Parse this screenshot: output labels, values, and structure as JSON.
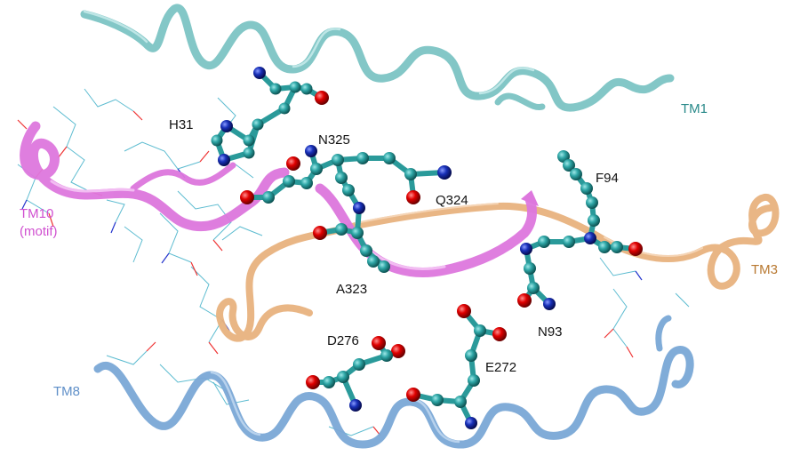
{
  "helices": [
    {
      "id": "tm1",
      "label": "TM1",
      "color": "#7cc4c4"
    },
    {
      "id": "tm10",
      "label": "TM10",
      "sublabel": "(motif)",
      "color": "#dd77dd"
    },
    {
      "id": "tm3",
      "label": "TM3",
      "color": "#e8b27e"
    },
    {
      "id": "tm8",
      "label": "TM8",
      "color": "#7aa8d6"
    }
  ],
  "residues": [
    "H31",
    "N325",
    "Q324",
    "F94",
    "A323",
    "N93",
    "D276",
    "E272"
  ],
  "colors": {
    "carbon": "#2a9a9a",
    "oxygen": "#dd0000",
    "nitrogen": "#1020a0",
    "bond": "#2a9a9a",
    "wire": "#40b0c8",
    "tm1_label": "#2a8a8a",
    "tm10_label": "#d050d0",
    "tm3_label": "#b87830",
    "tm8_label": "#5f8fc8"
  }
}
